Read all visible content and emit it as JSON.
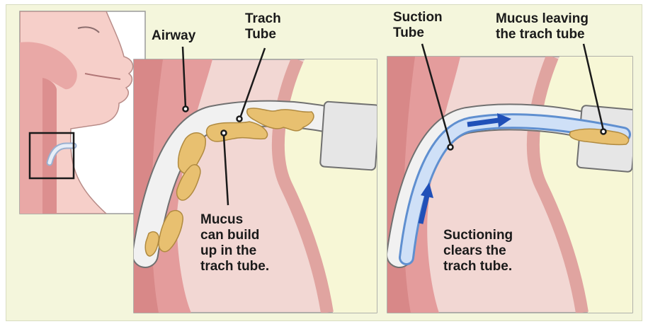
{
  "labels": {
    "airway": "Airway",
    "trach_tube": [
      "Trach",
      "Tube"
    ],
    "mucus_buildup": [
      "Mucus",
      "can build",
      "up in the",
      "trach tube."
    ],
    "suction_tube": [
      "Suction",
      "Tube"
    ],
    "mucus_leaving": [
      "Mucus leaving",
      "the trach tube"
    ],
    "suction_clears": [
      "Suctioning",
      "clears the",
      "trach tube."
    ]
  },
  "colors": {
    "background": "#f4f6dc",
    "skin": "#f2c4c0",
    "airway_tissue": "#e8a0a0",
    "airway_dark": "#d98080",
    "tube": "#e8e8e8",
    "mucus": "#e8c070",
    "suction_tube": "#a8c8f0",
    "arrow": "#2050b8"
  }
}
